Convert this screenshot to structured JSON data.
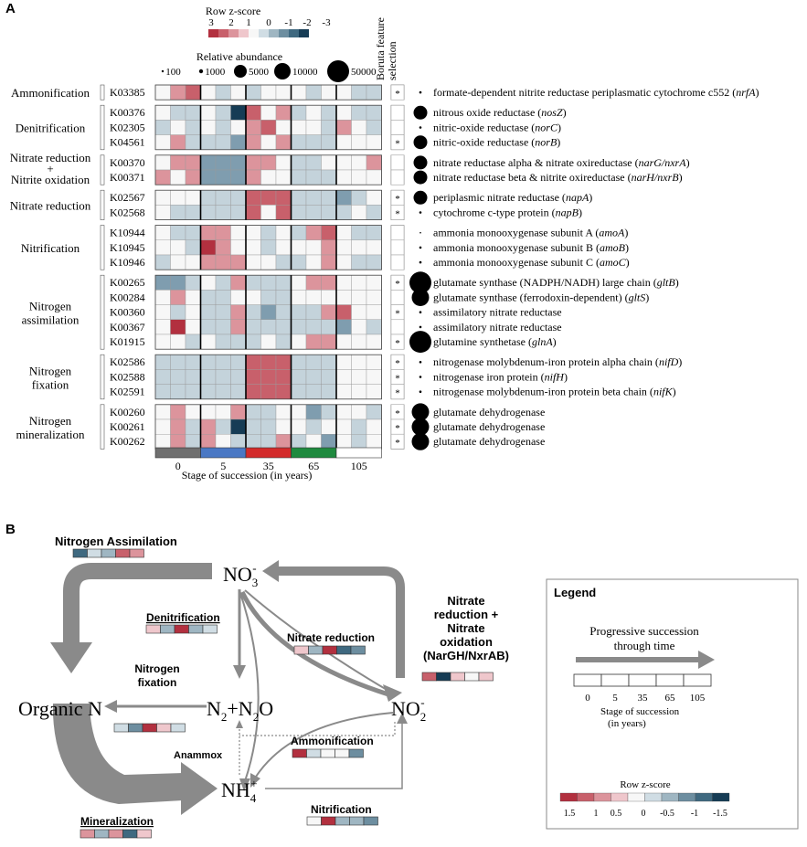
{
  "panelA": {
    "label": "A",
    "zscore_title": "Row z-score",
    "zscore_ticks": [
      "3",
      "2",
      "1",
      "0",
      "-1",
      "-2",
      "-3"
    ],
    "zscore_colors": [
      "#b2303f",
      "#c8606b",
      "#dc949c",
      "#efc7cc",
      "#f7f7f7",
      "#d0dde4",
      "#9fb6c2",
      "#6d8ea0",
      "#3f6980",
      "#163c55"
    ],
    "abundance_title": "Relative abundance",
    "abundance_values": [
      "100",
      "1000",
      "5000",
      "10000",
      "50000"
    ],
    "boruta_label": "Boruta feature selection",
    "stage_axis_title": "Stage of succession (in years)",
    "stages": [
      "0",
      "5",
      "35",
      "65",
      "105"
    ],
    "stage_colors": [
      "#6f6f6f",
      "#4a78c4",
      "#d32b2b",
      "#1f8a3f",
      "#ffffff"
    ],
    "groups": [
      {
        "label": "Ammonification",
        "rows": [
          0
        ]
      },
      {
        "label": "Denitrification",
        "rows": [
          1,
          2,
          3
        ]
      },
      {
        "label": "Nitrate reduction + Nitrite oxidation",
        "line1": "Nitrate reduction",
        "line2": "+",
        "line3": "Nitrite oxidation",
        "rows": [
          4,
          5
        ]
      },
      {
        "label": "Nitrate reduction",
        "rows": [
          6,
          7
        ]
      },
      {
        "label": "Nitrification",
        "rows": [
          8,
          9,
          10
        ]
      },
      {
        "label": "Nitrogen assimilation",
        "line1": "Nitrogen",
        "line2": "assimilation",
        "rows": [
          11,
          12,
          13,
          14,
          15
        ]
      },
      {
        "label": "Nitrogen fixation",
        "line1": "Nitrogen",
        "line2": "fixation",
        "rows": [
          16,
          17,
          18
        ]
      },
      {
        "label": "Nitrogen mineralization",
        "line1": "Nitrogen",
        "line2": "mineralization",
        "rows": [
          19,
          20,
          21
        ]
      }
    ],
    "rows": [
      {
        "ko": "K03385",
        "desc": "formate-dependent nitrite reductase periplasmatic cytochrome c552",
        "gene": "nrfA",
        "boruta": "*",
        "abund": 1,
        "z": [
          0,
          1,
          2,
          0,
          -1,
          0,
          -1,
          0,
          0,
          0,
          -1,
          0,
          0,
          -1,
          -1
        ]
      },
      {
        "ko": "K00376",
        "desc": "nitrous oxide reductase",
        "gene": "nosZ",
        "boruta": "",
        "abund": 3,
        "z": [
          0,
          -1,
          -1,
          0,
          -1,
          -3,
          2,
          0,
          1,
          -1,
          0,
          -1,
          0,
          -1,
          -1
        ]
      },
      {
        "ko": "K02305",
        "desc": "nitric-oxide reductase",
        "gene": "norC",
        "boruta": "",
        "abund": 1,
        "z": [
          -1,
          0,
          -1,
          0,
          -1,
          0,
          1,
          2,
          0,
          0,
          0,
          -1,
          1,
          0,
          -1
        ]
      },
      {
        "ko": "K04561",
        "desc": "nitric-oxide reductase",
        "gene": "norB",
        "boruta": "*",
        "abund": 3,
        "z": [
          0,
          1,
          -1,
          -1,
          -1,
          -2,
          1,
          0,
          1,
          -1,
          -1,
          -1,
          0,
          0,
          0
        ]
      },
      {
        "ko": "K00370",
        "desc": "nitrate reductase alpha & nitrate oxireductase",
        "gene": "narG/nxrA",
        "boruta": "",
        "abund": 3,
        "z": [
          0,
          1,
          1,
          -2,
          -2,
          -2,
          1,
          1,
          0,
          -1,
          -1,
          0,
          0,
          0,
          1
        ]
      },
      {
        "ko": "K00371",
        "desc": "nitrate reductase beta & nitrite oxireductase",
        "gene": "narH/nxrB",
        "boruta": "",
        "abund": 3,
        "z": [
          1,
          0,
          1,
          -2,
          -2,
          -2,
          1,
          0,
          0,
          -1,
          -1,
          -1,
          0,
          0,
          0
        ]
      },
      {
        "ko": "K02567",
        "desc": "periplasmic nitrate reductase",
        "gene": "napA",
        "boruta": "*",
        "abund": 3,
        "z": [
          0,
          0,
          0,
          -1,
          -1,
          -1,
          2,
          2,
          2,
          -1,
          -1,
          -1,
          -2,
          -1,
          0
        ]
      },
      {
        "ko": "K02568",
        "desc": "cytochrome c-type protein",
        "gene": "napB",
        "boruta": "*",
        "abund": 1,
        "z": [
          0,
          -1,
          -1,
          -1,
          -1,
          -1,
          2,
          0,
          2,
          -1,
          -1,
          -1,
          -1,
          0,
          -1
        ]
      },
      {
        "ko": "K10944",
        "desc": "ammonia monooxygenase subunit A",
        "gene": "amoA",
        "boruta": "",
        "abund": 0,
        "z": [
          0,
          -1,
          -1,
          1,
          1,
          0,
          0,
          -1,
          0,
          -1,
          1,
          2,
          0,
          -1,
          -1
        ]
      },
      {
        "ko": "K10945",
        "desc": "ammonia monooxygenase subunit B",
        "gene": "amoB",
        "boruta": "",
        "abund": 1,
        "z": [
          0,
          0,
          -1,
          3,
          1,
          0,
          0,
          -1,
          0,
          0,
          0,
          1,
          0,
          0,
          0
        ]
      },
      {
        "ko": "K10946",
        "desc": "ammonia monooxygenase subunit C",
        "gene": "amoC",
        "boruta": "",
        "abund": 1,
        "z": [
          -1,
          0,
          0,
          1,
          1,
          1,
          0,
          0,
          -1,
          -1,
          0,
          1,
          0,
          -1,
          -1
        ]
      },
      {
        "ko": "K00265",
        "desc": "glutamate synthase (NADPH/NADH) large chain",
        "gene": "gltB",
        "boruta": "*",
        "abund": 5,
        "z": [
          -2,
          -2,
          -1,
          0,
          -1,
          1,
          -1,
          -1,
          -1,
          0,
          1,
          1,
          0,
          0,
          0
        ]
      },
      {
        "ko": "K00284",
        "desc": "glutamate synthase (ferrodoxin-dependent)",
        "gene": "gltS",
        "boruta": "",
        "abund": 4,
        "z": [
          0,
          1,
          0,
          -1,
          -1,
          0,
          0,
          -1,
          -1,
          0,
          0,
          0,
          0,
          0,
          0
        ]
      },
      {
        "ko": "K00360",
        "desc": "assimilatory nitrate reductase",
        "gene": "",
        "boruta": "*",
        "abund": 1,
        "z": [
          0,
          -1,
          0,
          -1,
          -1,
          1,
          -1,
          -2,
          -1,
          -1,
          -1,
          1,
          2,
          0,
          0
        ]
      },
      {
        "ko": "K00367",
        "desc": "assimilatory nitrate reductase",
        "gene": "",
        "boruta": "",
        "abund": 1,
        "z": [
          0,
          3,
          0,
          -1,
          -1,
          1,
          -1,
          -1,
          -1,
          -1,
          -1,
          -1,
          -2,
          0,
          -1
        ]
      },
      {
        "ko": "K01915",
        "desc": "glutamine synthetase",
        "gene": "glnA",
        "boruta": "*",
        "abund": 5,
        "z": [
          0,
          0,
          -1,
          0,
          -1,
          -1,
          -1,
          0,
          -1,
          0,
          1,
          1,
          0,
          0,
          0
        ]
      },
      {
        "ko": "K02586",
        "desc": "nitrogenase molybdenum-iron protein alpha chain",
        "gene": "nifD",
        "boruta": "*",
        "abund": 1,
        "z": [
          -1,
          -1,
          -1,
          -1,
          -1,
          -1,
          2,
          2,
          2,
          -1,
          -1,
          -1,
          0,
          0,
          0
        ]
      },
      {
        "ko": "K02588",
        "desc": "nitrogenase iron protein",
        "gene": "nifH",
        "boruta": "*",
        "abund": 1,
        "z": [
          -1,
          -1,
          -1,
          -1,
          -1,
          -1,
          2,
          2,
          2,
          -1,
          -1,
          -1,
          0,
          0,
          0
        ]
      },
      {
        "ko": "K02591",
        "desc": "nitrogenase molybdenum-iron protein beta chain",
        "gene": "nifK",
        "boruta": "*",
        "abund": 1,
        "z": [
          -1,
          -1,
          -1,
          -1,
          -1,
          -1,
          2,
          2,
          2,
          -1,
          -1,
          -1,
          0,
          0,
          0
        ]
      },
      {
        "ko": "K00260",
        "desc": "glutamate dehydrogenase",
        "gene": "",
        "boruta": "*",
        "abund": 4,
        "z": [
          0,
          1,
          0,
          0,
          0,
          1,
          -1,
          -1,
          0,
          0,
          -2,
          -1,
          0,
          0,
          -1
        ]
      },
      {
        "ko": "K00261",
        "desc": "glutamate dehydrogenase",
        "gene": "",
        "boruta": "*",
        "abund": 4,
        "z": [
          0,
          1,
          -1,
          1,
          -1,
          -3,
          -1,
          -1,
          0,
          0,
          -1,
          0,
          0,
          -1,
          0
        ]
      },
      {
        "ko": "K00262",
        "desc": "glutamate dehydrogenase",
        "gene": "",
        "boruta": "*",
        "abund": 4,
        "z": [
          0,
          1,
          -1,
          1,
          0,
          -1,
          -1,
          -1,
          1,
          -1,
          0,
          -2,
          0,
          -1,
          0
        ]
      }
    ]
  },
  "panelB": {
    "label": "B",
    "nodes": {
      "no3": "NO",
      "no3_sub": "3",
      "no3_sup": "-",
      "organic": "Organic N",
      "n2": "N",
      "n2_sub": "2",
      "n2o_plus": "+N",
      "n2o_sub": "2",
      "n2o_o": "O",
      "no2": "NO",
      "no2_sub": "2",
      "no2_sup": "-",
      "nh4": "NH",
      "nh4_sub": "4",
      "nh4_sup": "+"
    },
    "processes": [
      {
        "id": "assim",
        "label": "Nitrogen Assimilation",
        "colors": [
          "#3f6980",
          "#d0dde4",
          "#9fb6c2",
          "#c8606b",
          "#dc949c"
        ]
      },
      {
        "id": "denit",
        "label": "Denitrification",
        "colors": [
          "#efc7cc",
          "#9fb6c2",
          "#b2303f",
          "#9fb6c2",
          "#d0dde4"
        ]
      },
      {
        "id": "nitred",
        "label": "Nitrate reduction",
        "colors": [
          "#efc7cc",
          "#9fb6c2",
          "#b2303f",
          "#3f6980",
          "#6d8ea0"
        ]
      },
      {
        "id": "narg",
        "label_lines": [
          "Nitrate",
          "reduction +",
          "Nitrate",
          "oxidation",
          "(NarGH/NxrAB)"
        ],
        "colors": [
          "#c8606b",
          "#163c55",
          "#efc7cc",
          "#f7f7f7",
          "#efc7cc"
        ]
      },
      {
        "id": "fix",
        "label_lines": [
          "Nitrogen",
          "fixation"
        ],
        "colors": [
          "#d0dde4",
          "#6d8ea0",
          "#b2303f",
          "#efc7cc",
          "#d0dde4"
        ]
      },
      {
        "id": "ammon",
        "label": "Ammonification",
        "colors": [
          "#b2303f",
          "#d0dde4",
          "#f7f7f7",
          "#f7f7f7",
          "#6d8ea0"
        ]
      },
      {
        "id": "anammox",
        "label": "Anammox"
      },
      {
        "id": "min",
        "label": "Mineralization",
        "colors": [
          "#dc949c",
          "#9fb6c2",
          "#dc949c",
          "#3f6980",
          "#efc7cc"
        ]
      },
      {
        "id": "nitrif",
        "label": "Nitrification",
        "colors": [
          "#f7f7f7",
          "#b2303f",
          "#9fb6c2",
          "#9fb6c2",
          "#6d8ea0"
        ]
      }
    ],
    "legend": {
      "title": "Legend",
      "arrow_line1": "Progressive succession",
      "arrow_line2": "through time",
      "stages": [
        "0",
        "5",
        "35",
        "65",
        "105"
      ],
      "axis_line1": "Stage of succession",
      "axis_line2": "(in years)",
      "zscore_title": "Row z-score",
      "zscore_ticks": [
        "1.5",
        "1",
        "0.5",
        "0",
        "-0.5",
        "-1",
        "-1.5"
      ],
      "zscore_colors": [
        "#b2303f",
        "#c8606b",
        "#dc949c",
        "#efc7cc",
        "#f7f7f7",
        "#d0dde4",
        "#9fb6c2",
        "#6d8ea0",
        "#3f6980",
        "#163c55"
      ]
    }
  }
}
